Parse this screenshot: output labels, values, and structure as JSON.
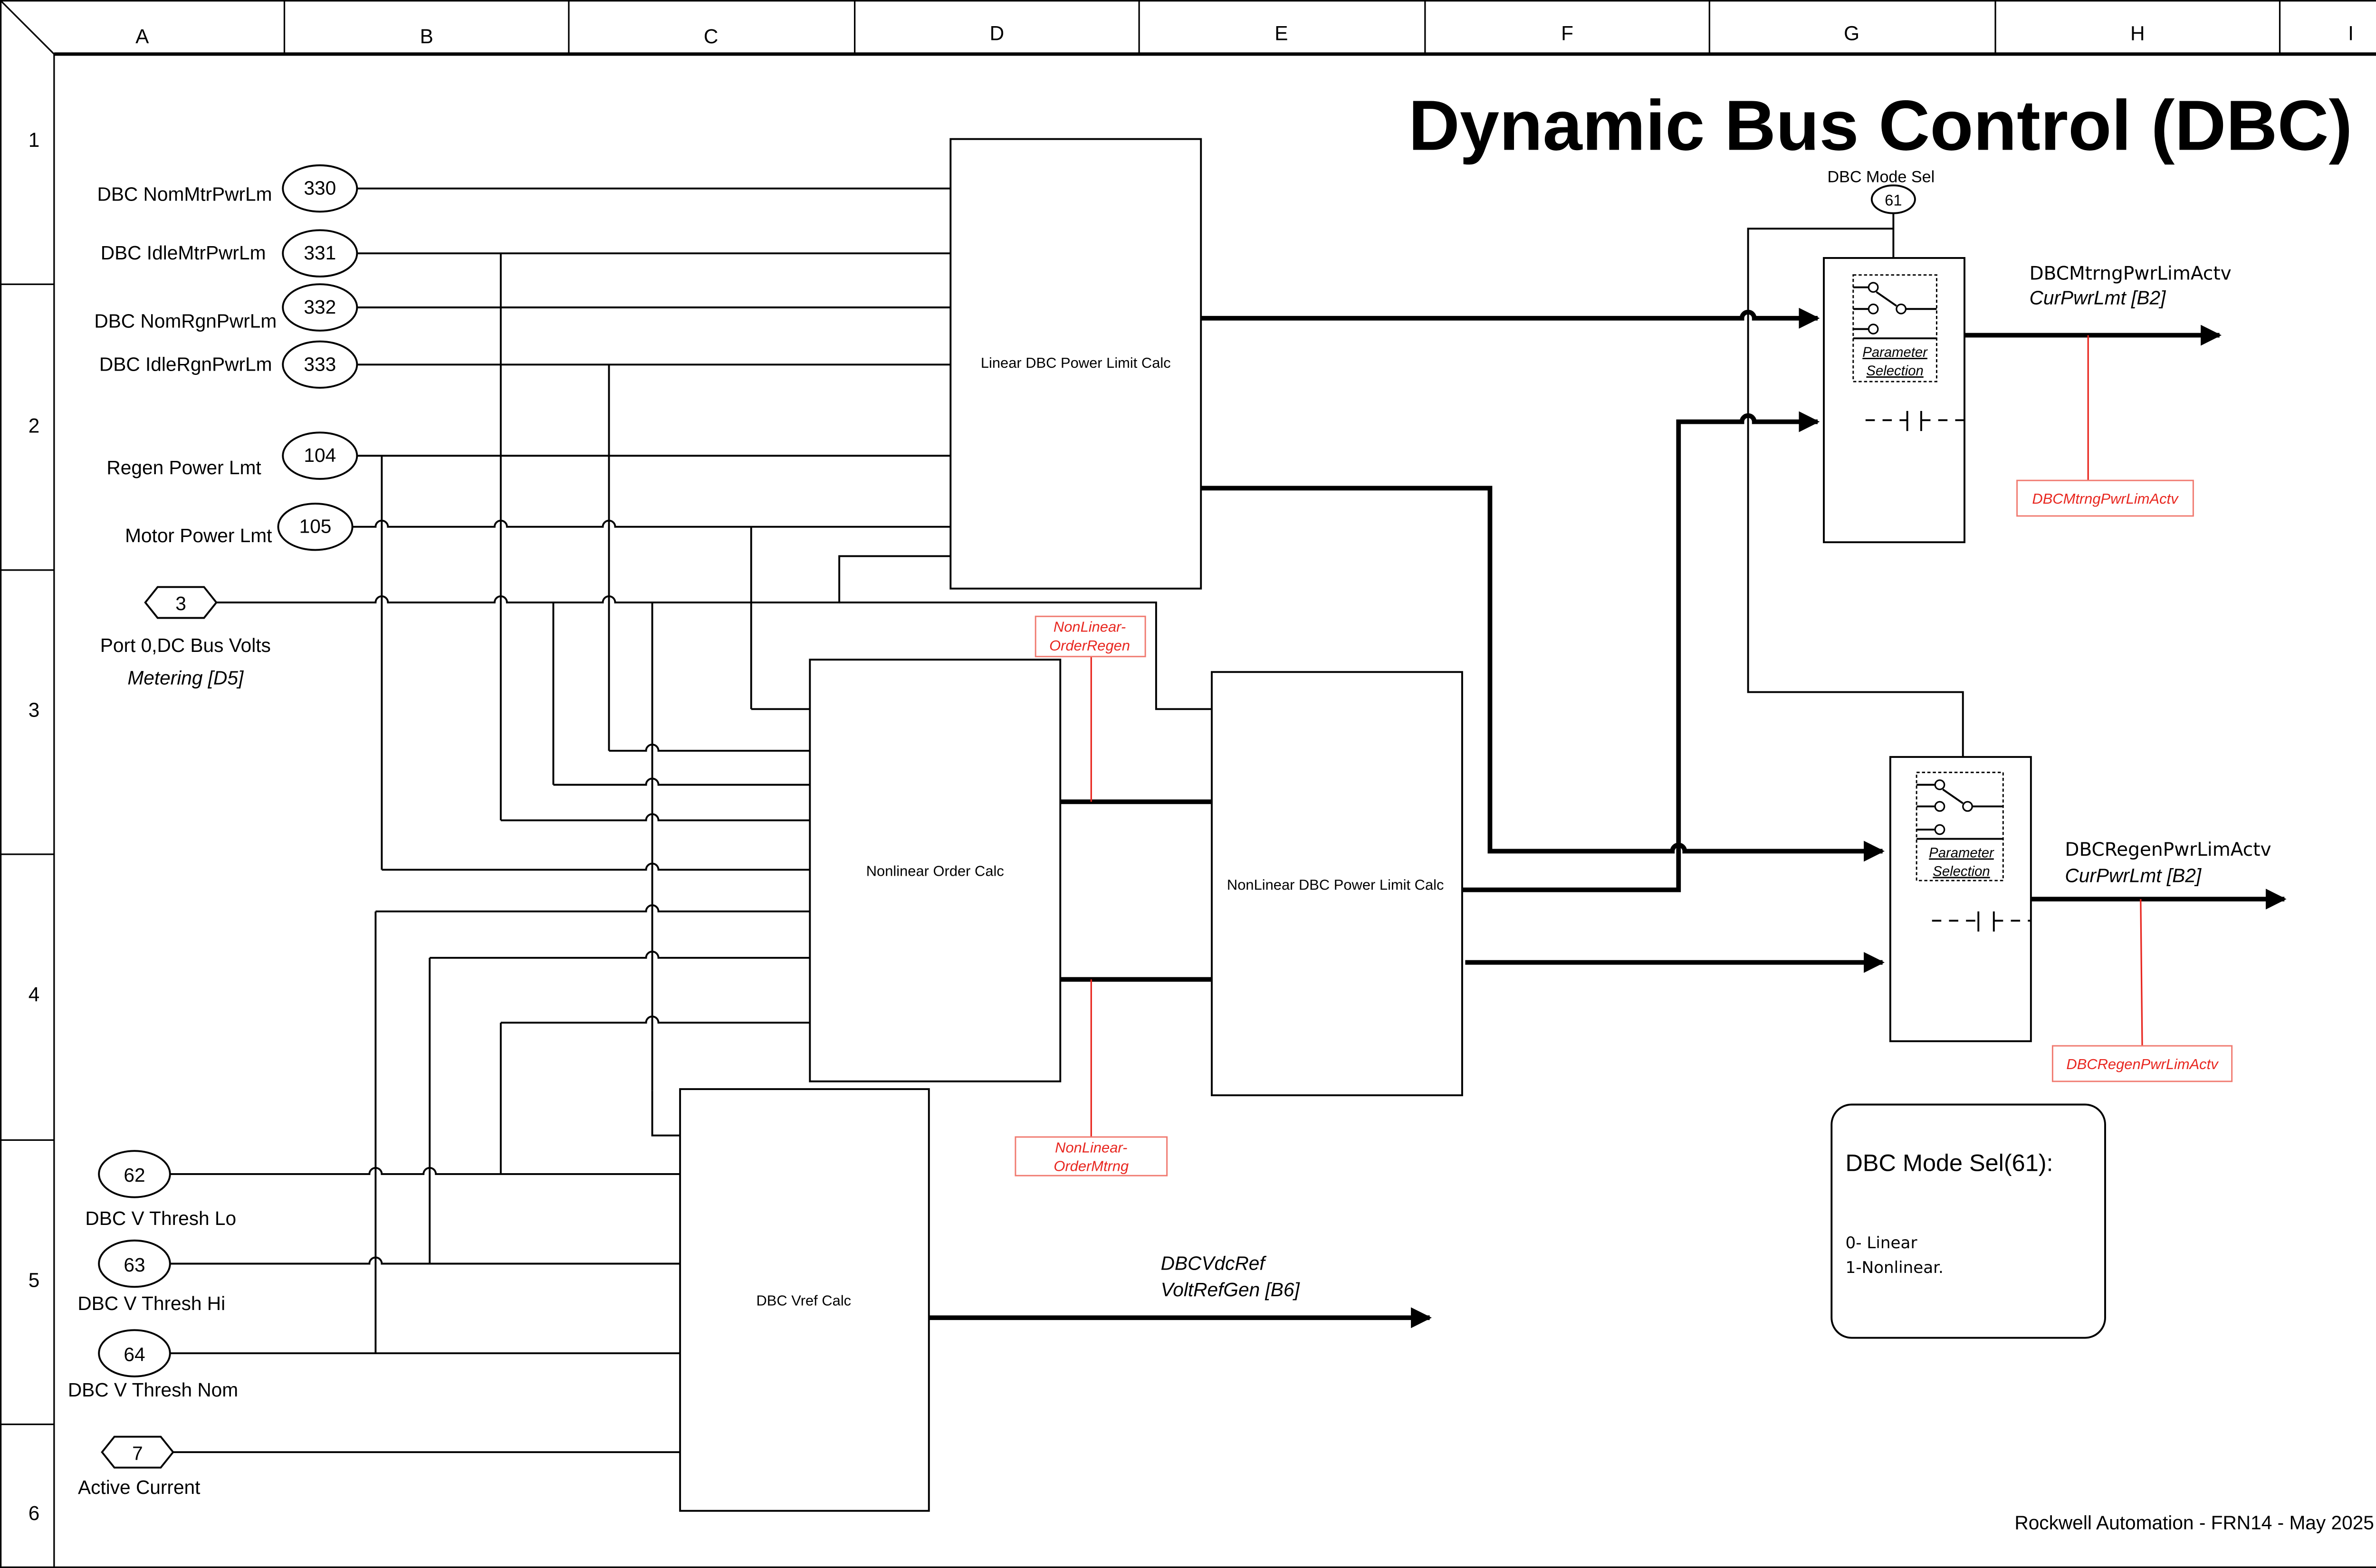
{
  "title": "Dynamic Bus Control (DBC)",
  "footer": "Rockwell Automation - FRN14 - May 2025",
  "grid": {
    "columns": [
      "A",
      "B",
      "C",
      "D",
      "E",
      "F",
      "G",
      "H",
      "I"
    ],
    "rows": [
      "1",
      "2",
      "3",
      "4",
      "5",
      "6"
    ]
  },
  "inputs": [
    {
      "id": "330",
      "label": "DBC NomMtrPwrLm",
      "shape": "ellipse"
    },
    {
      "id": "331",
      "label": "DBC IdleMtrPwrLm",
      "shape": "ellipse"
    },
    {
      "id": "332",
      "label": "DBC NomRgnPwrLm",
      "shape": "ellipse"
    },
    {
      "id": "333",
      "label": "DBC IdleRgnPwrLm",
      "shape": "ellipse"
    },
    {
      "id": "104",
      "label": "Regen Power Lmt",
      "shape": "ellipse"
    },
    {
      "id": "105",
      "label": "Motor Power Lmt",
      "shape": "ellipse"
    },
    {
      "id": "3",
      "label": "Port 0,DC Bus Volts",
      "sublabel": "Metering [D5]",
      "shape": "hexagon"
    },
    {
      "id": "62",
      "label": "DBC V Thresh Lo",
      "shape": "ellipse"
    },
    {
      "id": "63",
      "label": "DBC V Thresh Hi",
      "shape": "ellipse"
    },
    {
      "id": "64",
      "label": "DBC V Thresh Nom",
      "shape": "ellipse"
    },
    {
      "id": "7",
      "label": "Active Current",
      "shape": "hexagon"
    }
  ],
  "blocks": {
    "linear": "Linear DBC Power Limit Calc",
    "nonlinear_order": "Nonlinear Order Calc",
    "nonlinear_power": "NonLinear DBC Power Limit Calc",
    "vref": "DBC Vref Calc"
  },
  "mode_select": {
    "label": "DBC Mode Sel",
    "id": "61"
  },
  "switches": [
    {
      "caption_line1": "Parameter",
      "caption_line2": "Selection"
    },
    {
      "caption_line1": "Parameter",
      "caption_line2": "Selection"
    }
  ],
  "outputs": [
    {
      "name": "DBCMtrngPwrLimActv",
      "dest": "CurPwrLmt [B2]",
      "tag": "DBCMtrngPwrLimActv"
    },
    {
      "name": "DBCRegenPwrLimActv",
      "dest": "CurPwrLmt [B2]",
      "tag": "DBCRegenPwrLimActv"
    },
    {
      "name": "DBCVdcRef",
      "dest": "VoltRefGen [B6]"
    }
  ],
  "test_points": {
    "order_regen": [
      "NonLinear-",
      "OrderRegen"
    ],
    "order_mtrng": [
      "NonLinear-",
      "OrderMtrng"
    ]
  },
  "note": {
    "title": "DBC Mode Sel(61):",
    "options": [
      "0- Linear",
      "1-Nonlinear."
    ]
  },
  "colors": {
    "line": "#000000",
    "test_point": "#e8261f",
    "test_point_border": "#f07a70",
    "background": "#ffffff"
  }
}
